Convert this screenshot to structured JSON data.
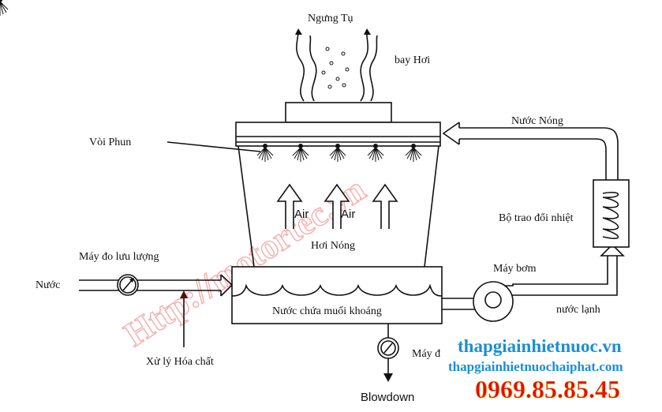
{
  "labels": {
    "condensation": "Ngưng Tụ",
    "evaporation": "bay Hơi",
    "spray_nozzle": "Vòi Phun",
    "hot_water": "Nước Nóng",
    "heat_exchanger": "Bộ trao đổi nhiệt",
    "air_1": "Air",
    "air_2": "Air",
    "hot_vapor": "Hơi Nóng",
    "flow_meter": "Máy đo lưu lượng",
    "water_in": "Nước",
    "pump": "Máy bơm",
    "basin": "Nước chứa muối khoáng",
    "cold_water": "nước lạnh",
    "chemical_treatment": "Xử lý Hóa chất",
    "meter_partial": "Máy đ",
    "blowdown": "Blowdown"
  },
  "branding": {
    "site_1": "thapgiainhietnuoc.vn",
    "site_2": "thapgiainhietnuochaiphat.com",
    "phone": "0969.85.85.45",
    "watermark": "Http://motortec.vn"
  },
  "colors": {
    "site": "#1a8fd6",
    "phone": "#e01010",
    "watermark": "#f19a9a"
  }
}
